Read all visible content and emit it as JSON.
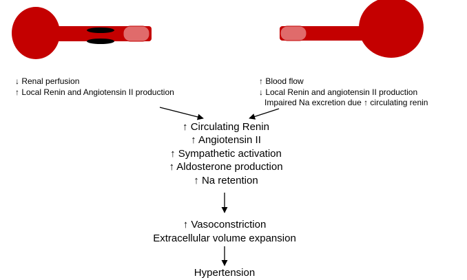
{
  "left_kidney": {
    "lines": [
      "↓ Renal perfusion",
      "↑ Local Renin  and Angiotensin II production"
    ]
  },
  "right_kidney": {
    "lines": [
      "↑ Blood flow",
      "↓ Local Renin and angiotensin II production",
      "Impaired Na excretion due ↑ circulating renin"
    ]
  },
  "center_effects": [
    "↑ Circulating Renin",
    "↑ Angiotensin II",
    "↑ Sympathetic activation",
    "↑ Aldosterone production",
    "↑ Na retention"
  ],
  "next_effects": [
    "↑ Vasoconstriction",
    "Extracellular volume expansion"
  ],
  "outcome": "Hypertension",
  "colors": {
    "kidney": "#c40000",
    "stenosis": "#000000",
    "artery_tip": "#e06b6b",
    "arrow": "#000000"
  }
}
